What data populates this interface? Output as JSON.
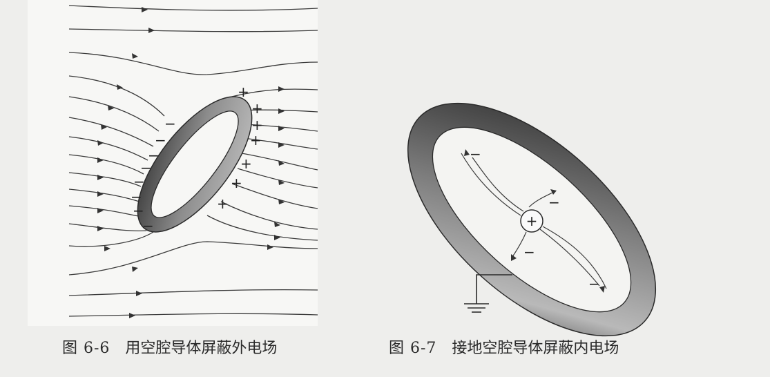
{
  "figures": [
    {
      "number": "图 6-6",
      "title": "用空腔导体屏蔽外电场",
      "signs_negative": "−",
      "signs_positive": "+"
    },
    {
      "number": "图 6-7",
      "title": "接地空腔导体屏蔽内电场",
      "center_charge": "+",
      "signs_negative": "−"
    }
  ],
  "colors": {
    "background": "#eeeeec",
    "panel": "#f6f6f4",
    "line": "#3a3a3a",
    "conductor_dark": "#2e2e2e",
    "conductor_light": "#b8b8b8"
  }
}
